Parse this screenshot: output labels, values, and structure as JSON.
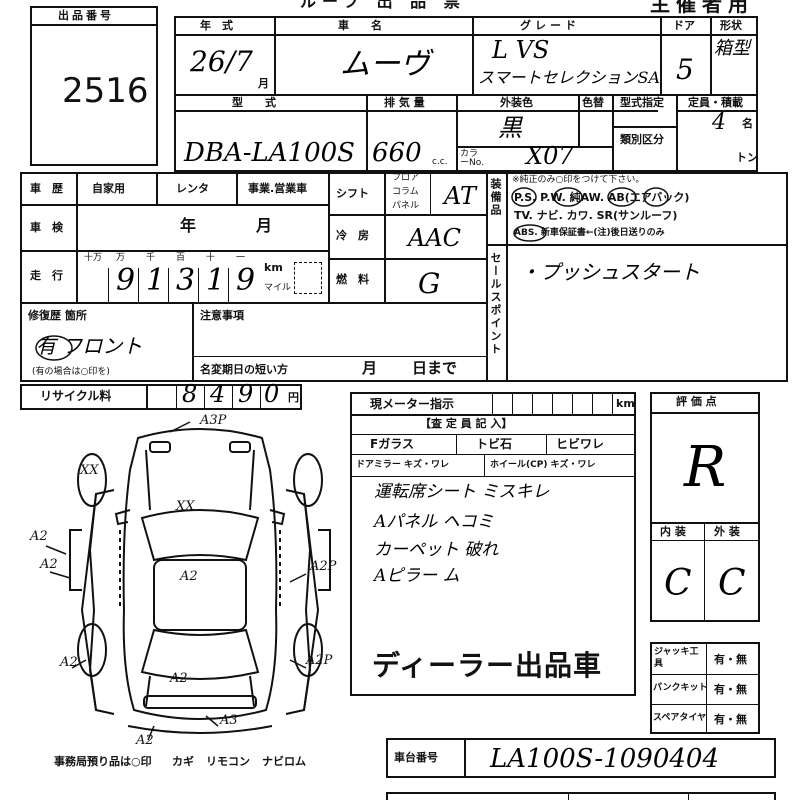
{
  "header": {
    "title_fragment": "ルーフ 出 品 票",
    "host_use": "主催者用"
  },
  "lot": {
    "label": "出品番号",
    "value": "2516"
  },
  "top_row": {
    "year_label": "年　式",
    "year_value": "26/7",
    "year_suffix": "月",
    "name_label": "車　　名",
    "name_value": "ムーヴ",
    "grade_label": "グレード",
    "grade_value_1": "L VS",
    "grade_value_2": "スマートセレクションSA",
    "doors_label": "ドア",
    "doors_value": "5",
    "body_label": "形状",
    "body_value": "箱型"
  },
  "second_row": {
    "model_label": "型　　式",
    "model_value": "DBA-LA100S",
    "displacement_label": "排 気 量",
    "displacement_value": "660",
    "displacement_unit": "c.c.",
    "color_label": "外装色",
    "color_change_label": "色替",
    "color_value": "黒",
    "color_no_label": "カラーNo.",
    "color_no_value": "X07",
    "type_spec_label": "型式指定",
    "class_label": "類別区分",
    "capacity_label": "定員・積載",
    "capacity_value": "4",
    "capacity_unit": "名",
    "ton_unit": "トン"
  },
  "history": {
    "label": "車　歴",
    "private": "自家用",
    "rental": "レンタ",
    "business": "事業.営業車"
  },
  "inspection": {
    "label": "車　検",
    "year": "年",
    "month": "月"
  },
  "mileage": {
    "label": "走　行",
    "units": [
      "十万",
      "万",
      "千",
      "百",
      "十",
      "一"
    ],
    "digits": [
      "",
      "9",
      "1",
      "3",
      "1",
      "9"
    ],
    "km": "km",
    "mile": "マイル"
  },
  "shift": {
    "label": "シフト",
    "floor": "フロア",
    "column": "コラム",
    "panel": "パネル",
    "value": "AT"
  },
  "aircon": {
    "label": "冷　房",
    "value": "AAC"
  },
  "fuel": {
    "label": "燃　料",
    "value": "G"
  },
  "equipment": {
    "label": "装備品",
    "note": "※純正のみ○印をつけて下さい。",
    "line1": "P.S. P.W. 純AW. AB(エアバック)",
    "line2": "TV. ナビ. カワ. SR(サンルーフ)",
    "line3": "ABS. 新車保証書←(注)後日送りのみ"
  },
  "sales_point": {
    "label": "セールスポイント",
    "value": "・プッシュスタート"
  },
  "repair": {
    "label": "修復歴 箇所",
    "value": "有 フロント",
    "note": "(有の場合は○印を)"
  },
  "notes": {
    "label": "注意事項",
    "short_label": "名変期日の短い方",
    "month": "月",
    "day": "日まで"
  },
  "recycle": {
    "label": "リサイクル料",
    "digits": [
      "8",
      "4",
      "9",
      "0"
    ],
    "unit": "円"
  },
  "meter": {
    "label": "現メーター指示",
    "unit": "km"
  },
  "inspector": {
    "title": "【査 定 員 記 入】",
    "fglass": "Fガラス",
    "tobi": "トビ石",
    "crack": "ヒビワレ",
    "mirror": "ドアミラー キズ・ワレ",
    "wheel": "ホイール(CP) キズ・ワレ",
    "comment1": "運転席シート ミスキレ",
    "comment2": "Aパネル ヘコミ",
    "comment3": "カーペット 破れ",
    "comment4": "Aピラー ム",
    "dealer": "ディーラー出品車"
  },
  "evaluation": {
    "label": "評 価 点",
    "value": "R",
    "interior_label": "内 装",
    "exterior_label": "外 装",
    "interior_value": "C",
    "exterior_value": "C"
  },
  "accessories": {
    "jack_label": "ジャッキ工具",
    "puncture_label": "パンクキット",
    "spare_label": "スペアタイヤ",
    "choice": "有・無"
  },
  "chassis": {
    "label": "車台番号",
    "value": "LA100S-1090404"
  },
  "bottom": {
    "office": "事務局預り品は○印",
    "key": "カギ",
    "remote": "リモコン",
    "navi": "ナビロム"
  },
  "damage_marks": [
    "A3P",
    "XX",
    "XX",
    "A2",
    "A2",
    "A2P",
    "A2",
    "A2",
    "A2P",
    "A3",
    "A2",
    "A2"
  ]
}
